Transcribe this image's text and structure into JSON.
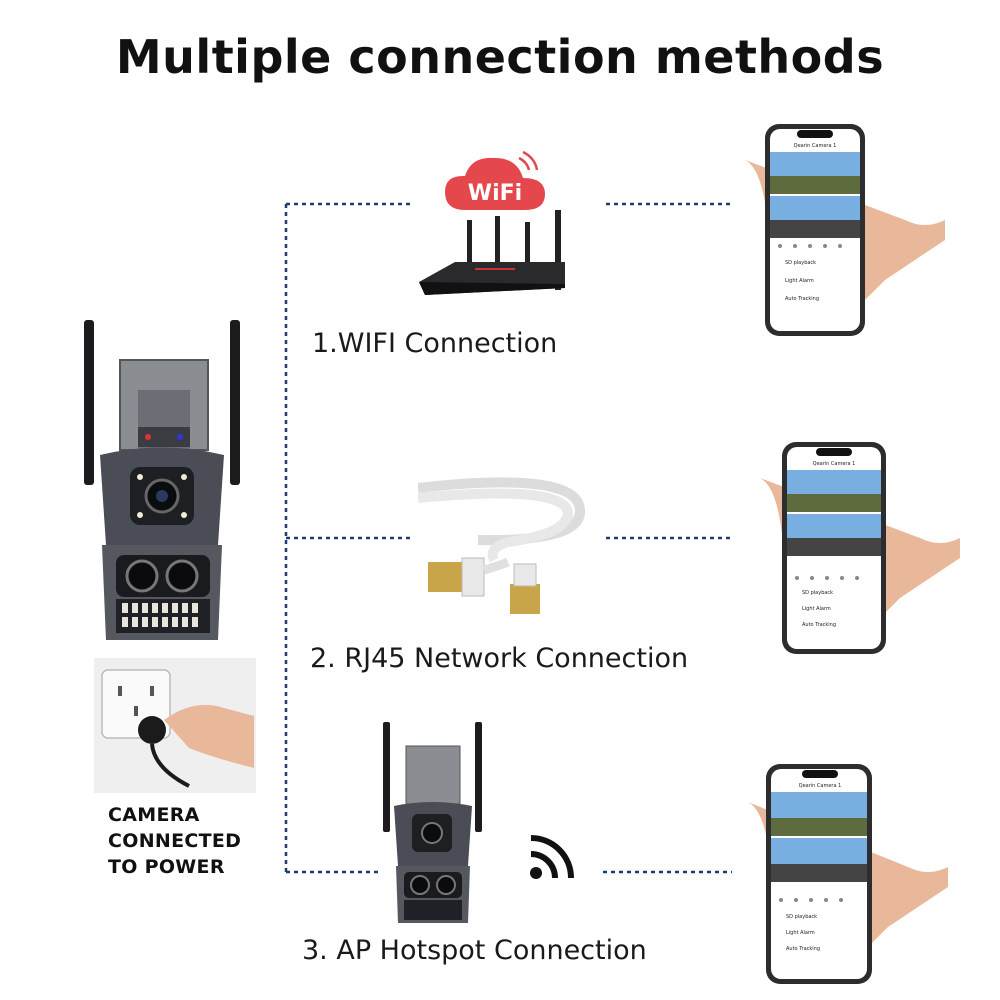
{
  "title": "Multiple connection methods",
  "methods": [
    {
      "label": "1.WIFI Connection",
      "icon": "wifi-router-icon"
    },
    {
      "label": "2. RJ45 Network Connection",
      "icon": "ethernet-cable-icon"
    },
    {
      "label": "3. AP Hotspot Connection",
      "icon": "wifi-signal-icon"
    }
  ],
  "router_badge": "WiFi",
  "power_note": {
    "line1": "CAMERA",
    "line2": "CONNECTED",
    "line3": "TO POWER"
  },
  "phone_app": {
    "camera_name": "Qearin Camera 1",
    "items": [
      "SD playback",
      "Light Alarm",
      "Auto Tracking"
    ]
  },
  "colors": {
    "dashed_line": "#1f3b73",
    "wifi_badge": "#e4474c",
    "camera_body": "#4a4d55"
  }
}
